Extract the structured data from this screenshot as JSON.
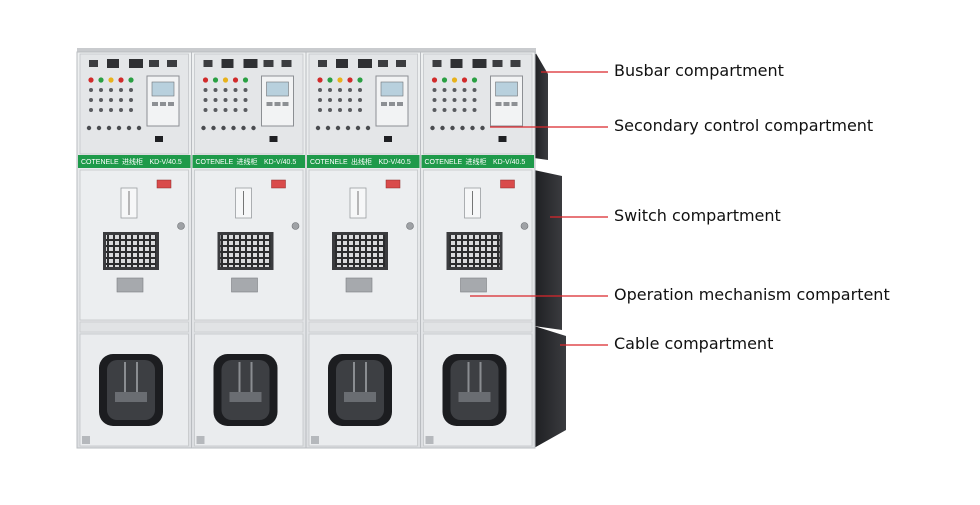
{
  "cabinets": [
    {
      "brand": "COTENELE",
      "type_cn": "进线柜",
      "model": "KD-V/40.5"
    },
    {
      "brand": "COTENELE",
      "type_cn": "进线柜",
      "model": "KD-V/40.5"
    },
    {
      "brand": "COTENELE",
      "type_cn": "出线柜",
      "model": "KD-V/40.5"
    },
    {
      "brand": "COTENELE",
      "type_cn": "进线柜",
      "model": "KD-V/40.5"
    }
  ],
  "callouts": [
    {
      "label": "Busbar compartment"
    },
    {
      "label": "Secondary control compartment"
    },
    {
      "label": "Switch compartment"
    },
    {
      "label": "Operation mechanism compartent"
    },
    {
      "label": "Cable compartment"
    }
  ],
  "colors": {
    "panel": "#e9eaec",
    "panel_edge": "#b9bcc0",
    "green_strip": "#1e9a4a",
    "callout_line": "#d9262b",
    "side_dark": "#2a2b2e"
  }
}
